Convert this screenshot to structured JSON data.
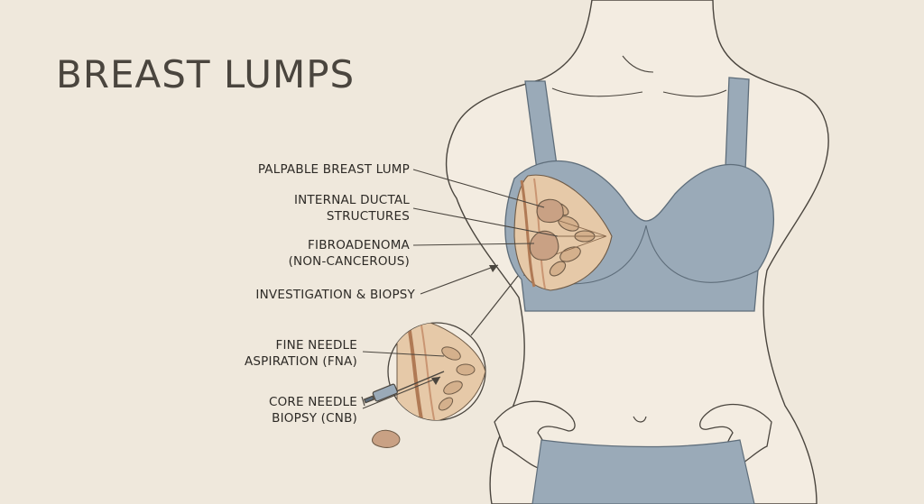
{
  "title": "BREAST LUMPS",
  "labels": {
    "palpable_lump": "PALPABLE BREAST LUMP",
    "ductal_1": "INTERNAL DUCTAL",
    "ductal_2": "STRUCTURES",
    "fibro_1": "FIBROADENOMA",
    "fibro_2": "(NON-CANCEROUS)",
    "investigation": "INVESTIGATION & BIOPSY",
    "fna_1": "FINE NEEDLE",
    "fna_2": "ASPIRATION (FNA)",
    "cnb_1": "CORE NEEDLE",
    "cnb_2": "BIOPSY (CNB)"
  },
  "colors": {
    "background": "#efe8dc",
    "garment": "#9aaab8",
    "tissue": "#e6c9a8",
    "lump": "#c9a184",
    "outline": "#4a453e"
  }
}
